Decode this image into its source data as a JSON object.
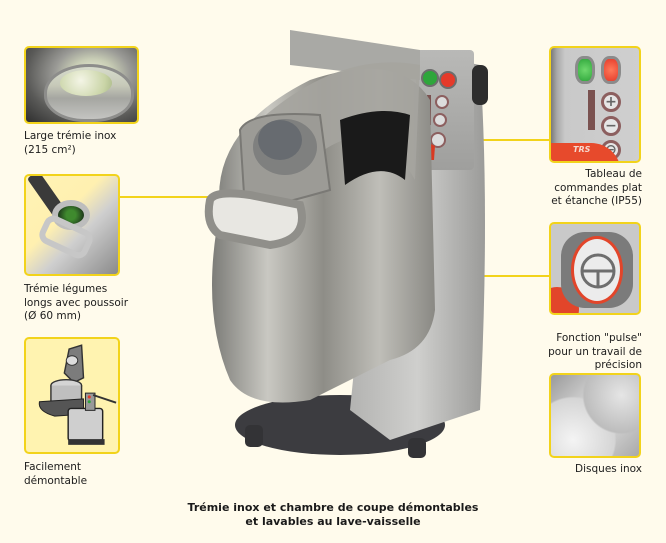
{
  "features": [
    {
      "id": "large-tremie",
      "caption_lines": [
        "Large trémie inox",
        "(215 cm²)"
      ]
    },
    {
      "id": "tremie-legumes-longs",
      "caption_lines": [
        "Trémie légumes",
        "longs avec poussoir",
        "(Ø 60 mm)"
      ]
    },
    {
      "id": "facilement-demontable",
      "caption_lines": [
        "Facilement",
        "démontable"
      ]
    },
    {
      "id": "tableau-commandes",
      "caption_lines": [
        "Tableau de",
        "commandes plat",
        "et étanche (IP55)"
      ]
    },
    {
      "id": "fonction-pulse",
      "caption_lines": [
        "Fonction \"pulse\"",
        "pour un travail de",
        "précision"
      ]
    },
    {
      "id": "disques-inox",
      "caption_lines": [
        "Disques inox"
      ]
    }
  ],
  "control_panel": {
    "brand_label": "TRS",
    "buttons": [
      "on-button",
      "off-button",
      "plus-button",
      "minus-button",
      "pulse-button"
    ]
  },
  "footer": {
    "line1": "Trémie inox et chambre de coupe démontables",
    "line2": "et lavables au lave-vaisselle"
  },
  "colors": {
    "background": "#fffbec",
    "accent_frame": "#f2d31b",
    "on_button": "#2ea63b",
    "off_button": "#e53a2a"
  }
}
